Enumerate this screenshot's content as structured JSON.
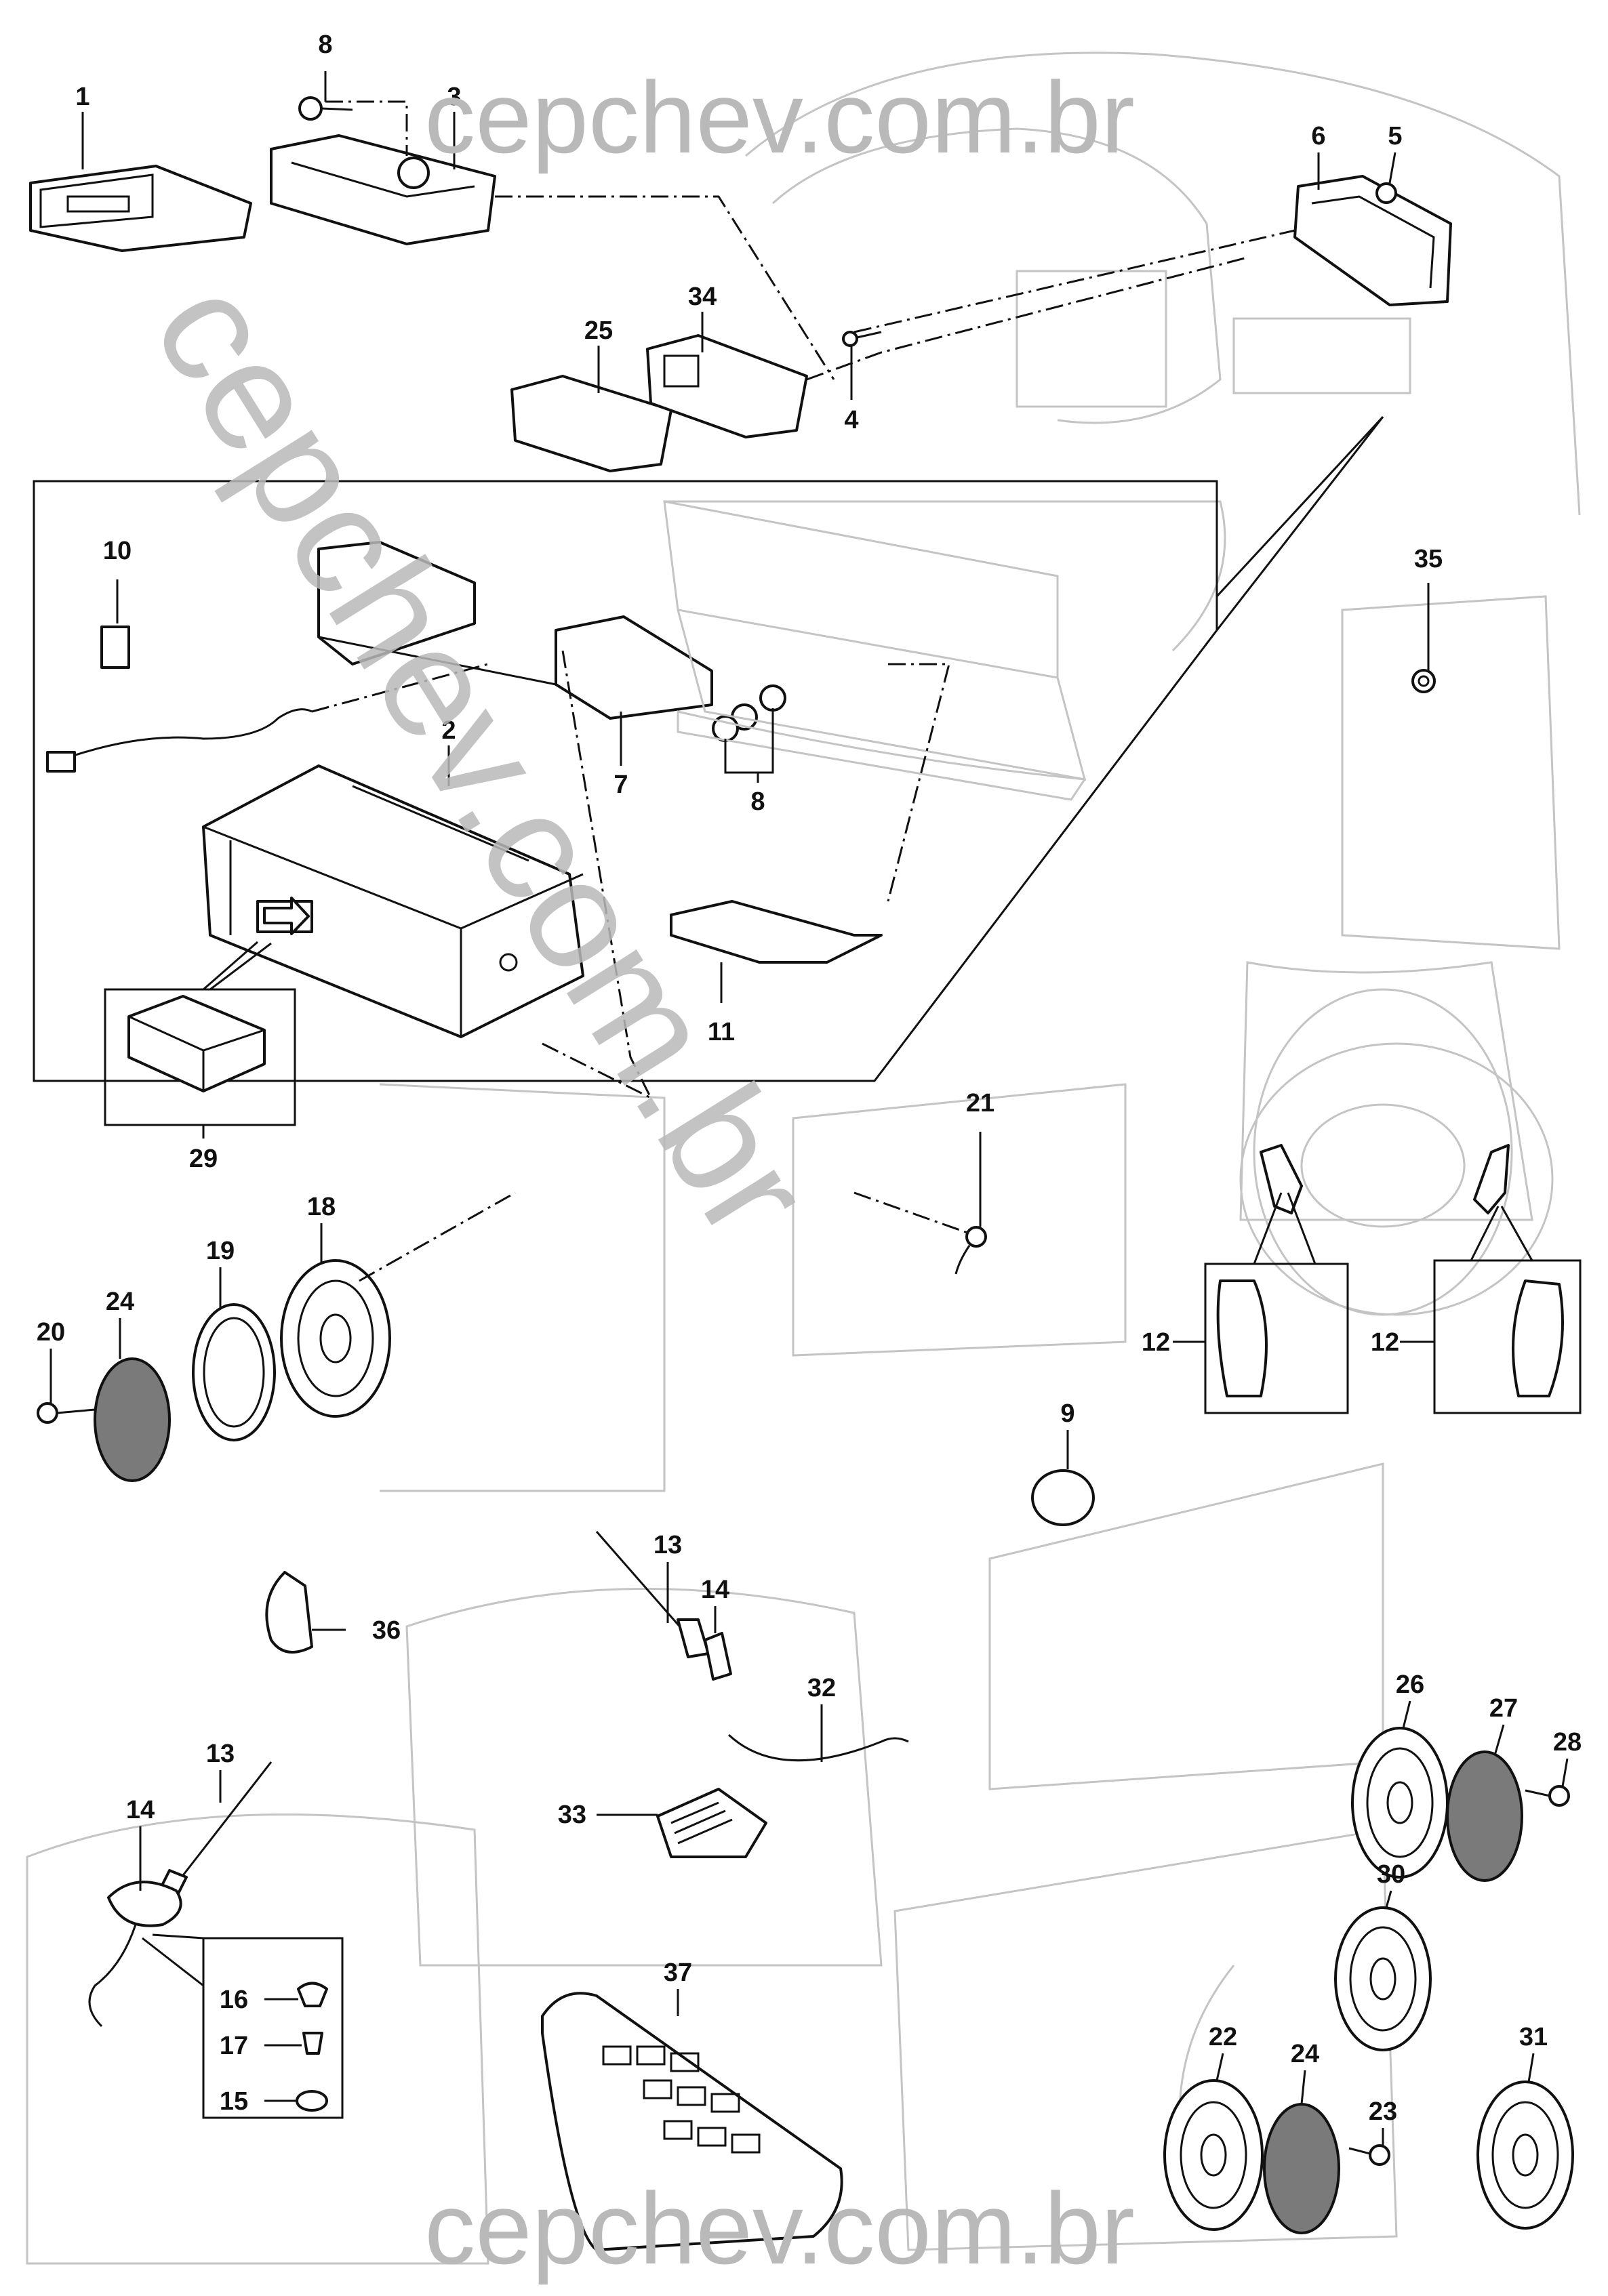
{
  "watermark": {
    "top": "cepchev.com.br",
    "bottom": "cepchev.com.br",
    "diagonal": "cepchev.com.br"
  },
  "callouts": [
    {
      "id": "c1",
      "label": "1"
    },
    {
      "id": "c8a",
      "label": "8"
    },
    {
      "id": "c3",
      "label": "3"
    },
    {
      "id": "c6",
      "label": "6"
    },
    {
      "id": "c5",
      "label": "5"
    },
    {
      "id": "c34",
      "label": "34"
    },
    {
      "id": "c25",
      "label": "25"
    },
    {
      "id": "c4",
      "label": "4"
    },
    {
      "id": "c10",
      "label": "10"
    },
    {
      "id": "c2",
      "label": "2"
    },
    {
      "id": "c7",
      "label": "7"
    },
    {
      "id": "c8b",
      "label": "8"
    },
    {
      "id": "c11",
      "label": "11"
    },
    {
      "id": "c29",
      "label": "29"
    },
    {
      "id": "c35",
      "label": "35"
    },
    {
      "id": "c21",
      "label": "21"
    },
    {
      "id": "c18",
      "label": "18"
    },
    {
      "id": "c19",
      "label": "19"
    },
    {
      "id": "c24a",
      "label": "24"
    },
    {
      "id": "c20",
      "label": "20"
    },
    {
      "id": "c12a",
      "label": "12"
    },
    {
      "id": "c12b",
      "label": "12"
    },
    {
      "id": "c9",
      "label": "9"
    },
    {
      "id": "c13a",
      "label": "13"
    },
    {
      "id": "c14a",
      "label": "14"
    },
    {
      "id": "c36",
      "label": "36"
    },
    {
      "id": "c32",
      "label": "32"
    },
    {
      "id": "c33",
      "label": "33"
    },
    {
      "id": "c13b",
      "label": "13"
    },
    {
      "id": "c14b",
      "label": "14"
    },
    {
      "id": "c16",
      "label": "16"
    },
    {
      "id": "c17",
      "label": "17"
    },
    {
      "id": "c15",
      "label": "15"
    },
    {
      "id": "c37",
      "label": "37"
    },
    {
      "id": "c26",
      "label": "26"
    },
    {
      "id": "c27",
      "label": "27"
    },
    {
      "id": "c28",
      "label": "28"
    },
    {
      "id": "c30",
      "label": "30"
    },
    {
      "id": "c22",
      "label": "22"
    },
    {
      "id": "c24b",
      "label": "24"
    },
    {
      "id": "c23",
      "label": "23"
    },
    {
      "id": "c31",
      "label": "31"
    }
  ]
}
